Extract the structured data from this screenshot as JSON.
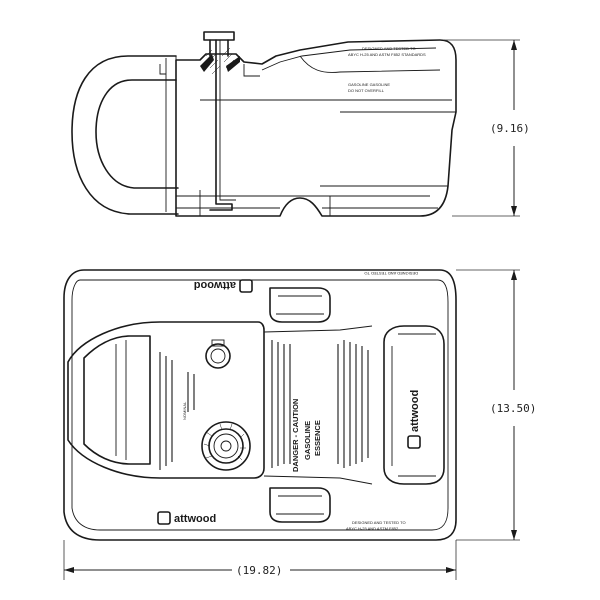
{
  "dimensions": {
    "height_side": "(9.16)",
    "depth_top": "(13.50)",
    "length": "(19.82)"
  },
  "labels": {
    "brand": "attwood",
    "danger_caution": "DANGER - CAUTION",
    "gasoline": "GASOLINE",
    "essence": "ESSENCE",
    "nominal": "NOMINAL"
  }
}
